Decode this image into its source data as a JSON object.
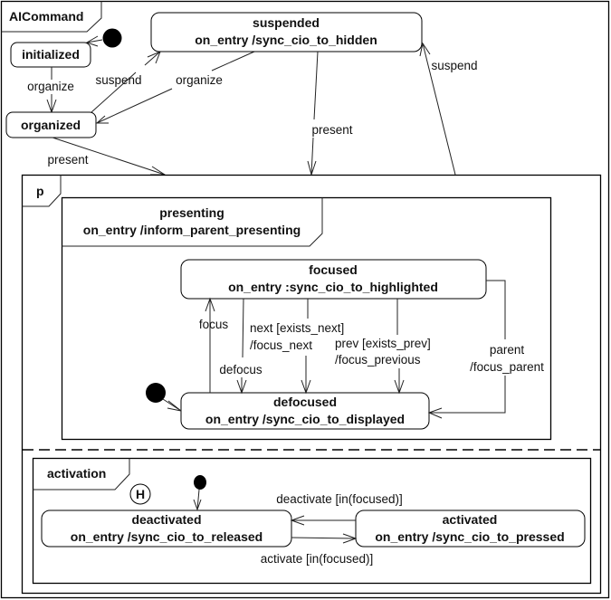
{
  "diagram": {
    "title": "AICommand",
    "states": {
      "initialized": {
        "name": "initialized"
      },
      "organized": {
        "name": "organized"
      },
      "suspended": {
        "name": "suspended",
        "entry": "on_entry /sync_cio_to_hidden"
      },
      "p": {
        "name": "p"
      },
      "presenting": {
        "name": "presenting",
        "entry": "on_entry /inform_parent_presenting"
      },
      "focused": {
        "name": "focused",
        "entry": "on_entry :sync_cio_to_highlighted"
      },
      "defocused": {
        "name": "defocused",
        "entry": "on_entry /sync_cio_to_displayed"
      },
      "activation": {
        "name": "activation"
      },
      "history": {
        "name": "H"
      },
      "deactivated": {
        "name": "deactivated",
        "entry": "on_entry /sync_cio_to_released"
      },
      "activated": {
        "name": "activated",
        "entry": "on_entry /sync_cio_to_pressed"
      }
    },
    "transitions": {
      "initialized_to_organized": "organize",
      "organized_to_suspended": "suspend",
      "suspended_to_organized": "organize",
      "organized_to_p": "present",
      "suspended_to_p": "present",
      "p_to_suspended": "suspend",
      "defocused_to_focused": "focus",
      "focused_to_defocused": "defocus",
      "next_line1": "next [exists_next]",
      "next_line2": "/focus_next",
      "prev_line1": "prev [exists_prev]",
      "prev_line2": "/focus_previous",
      "parent_line1": "parent",
      "parent_line2": "/focus_parent",
      "activated_to_deactivated": "deactivate [in(focused)]",
      "deactivated_to_activated": "activate [in(focused)]"
    }
  }
}
